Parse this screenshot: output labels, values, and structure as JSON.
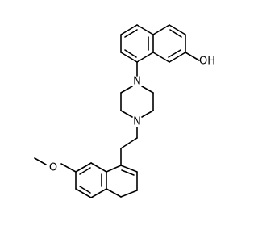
{
  "molecule": {
    "atoms": {
      "hydroxyl": "OH",
      "methoxy_oxygen": "O",
      "piperazine_n_top": "N",
      "piperazine_n_bottom": "N"
    },
    "colors": {
      "bond": "#000000",
      "label": "#000000",
      "background": "#ffffff"
    }
  }
}
